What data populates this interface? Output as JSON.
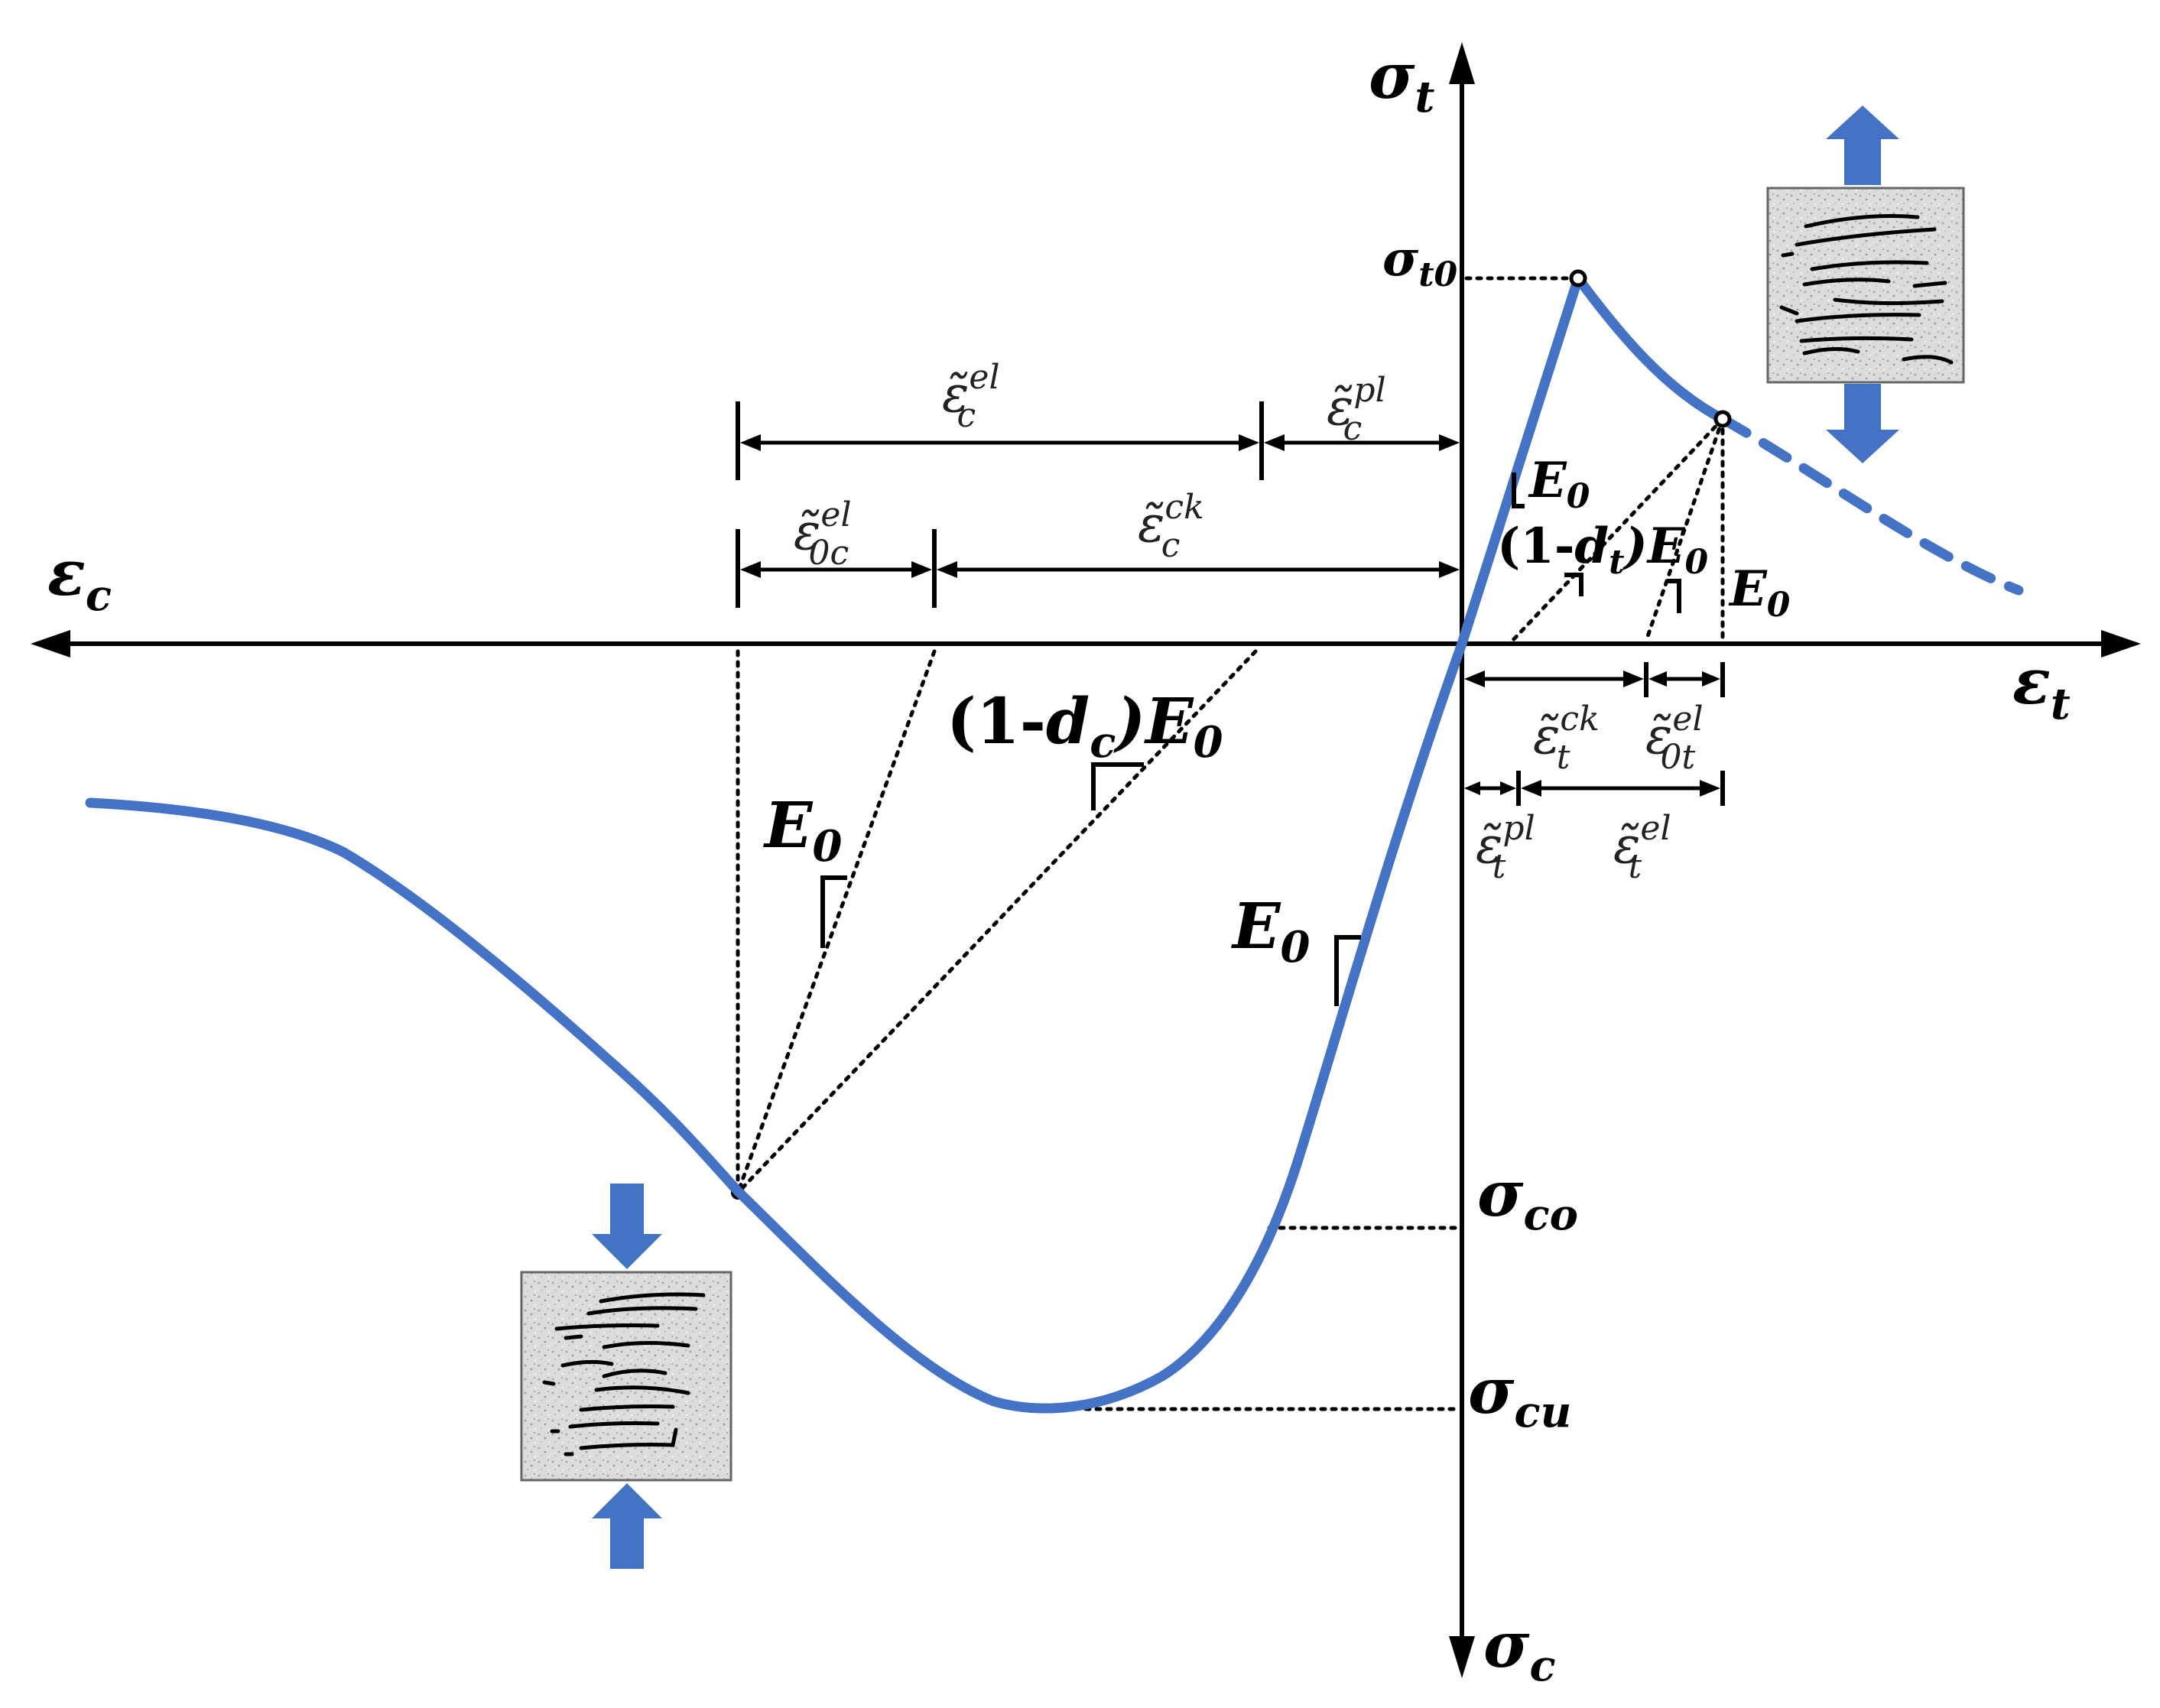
{
  "axes": {
    "sigma_t": {
      "base": "σ",
      "sub": "t"
    },
    "sigma_c": {
      "base": "σ",
      "sub": "c"
    },
    "eps_c": {
      "base": "ε",
      "sub": "c"
    },
    "eps_t": {
      "base": "ε",
      "sub": "t"
    }
  },
  "stress_levels": {
    "sigma_t0": {
      "base": "σ",
      "sub": "t0"
    },
    "sigma_co": {
      "base": "σ",
      "sub": "co"
    },
    "sigma_cu": {
      "base": "σ",
      "sub": "cu"
    }
  },
  "compression_strains": {
    "el": {
      "base": "ε̃",
      "sub": "c",
      "sup": "el"
    },
    "pl": {
      "base": "ε̃",
      "sub": "c",
      "sup": "pl"
    },
    "el0": {
      "base": "ε̃",
      "sub": "0c",
      "sup": "el"
    },
    "ck": {
      "base": "ε̃",
      "sub": "c",
      "sup": "ck"
    }
  },
  "tension_strains": {
    "ck": {
      "base": "ε̃",
      "sub": "t",
      "sup": "ck"
    },
    "el0": {
      "base": "ε̃",
      "sub": "0t",
      "sup": "el"
    },
    "pl": {
      "base": "ε̃",
      "sub": "t",
      "sup": "pl"
    },
    "el": {
      "base": "ε̃",
      "sub": "t",
      "sup": "el"
    }
  },
  "moduli": {
    "e0_base": "E",
    "e0_sub": "0",
    "damaged_c": {
      "pre": "(1-",
      "d": "d",
      "d_sub": "c",
      "post": ")E",
      "sub": "0"
    },
    "damaged_t": {
      "pre": "(1-",
      "d": "d",
      "d_sub": "t",
      "post": ")E",
      "sub": "0"
    }
  },
  "colors": {
    "curve": "#4472c4",
    "arrow": "#4472c4",
    "specimen_fill": "#dcdcdc",
    "line": "#000000"
  },
  "icons": [
    "compression-arrow-icon",
    "tension-arrow-icon",
    "cracked-specimen-icon"
  ]
}
